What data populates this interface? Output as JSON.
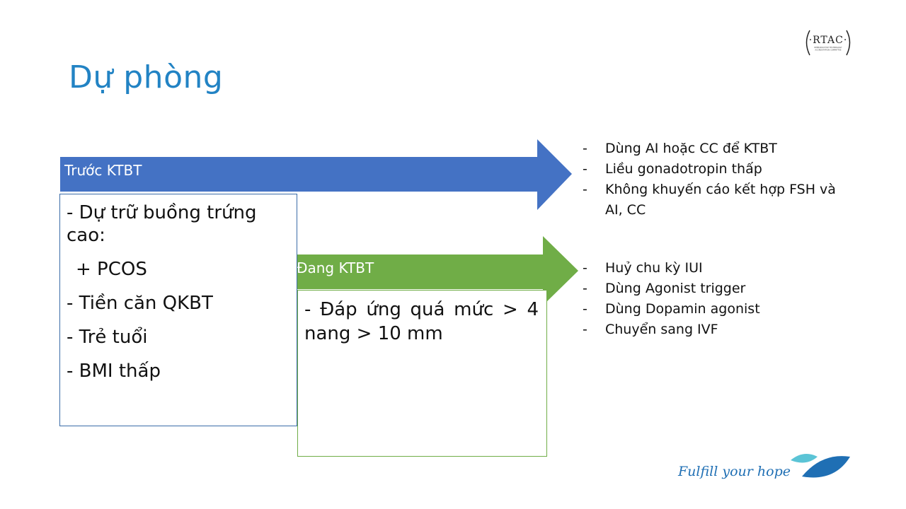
{
  "slide": {
    "title": "Dự phòng"
  },
  "logo": {
    "text": "RTAC",
    "subtext": "REPRODUCTIVE TECHNOLOGY ACCREDITATION COMMITTEE"
  },
  "stages": [
    {
      "label": "Trước KTBT",
      "color": "#4472c4",
      "box_lines": [
        "- Dự trữ buồng trứng",
        "cao:",
        "+ PCOS",
        "- Tiền căn QKBT",
        "- Trẻ tuổi",
        "- BMI thấp"
      ],
      "actions": [
        "Dùng AI hoặc CC để KTBT",
        "Liều gonadotropin thấp",
        "Không khuyến cáo kết hợp FSH và AI, CC"
      ]
    },
    {
      "label": "Đang KTBT",
      "color": "#70ad47",
      "box_text": "- Đáp ứng quá mức > 4 nang > 10 mm",
      "actions": [
        "Huỷ chu kỳ IUI",
        "Dùng Agonist trigger",
        "Dùng Dopamin agonist",
        "Chuyển sang IVF"
      ]
    }
  ],
  "bullet_marker": "-",
  "footer": {
    "slogan": "Fulfill your hope",
    "logo_colors": [
      "#5bc4d6",
      "#1f6fb4"
    ]
  },
  "colors": {
    "title": "#2283c4",
    "text": "#111111"
  }
}
